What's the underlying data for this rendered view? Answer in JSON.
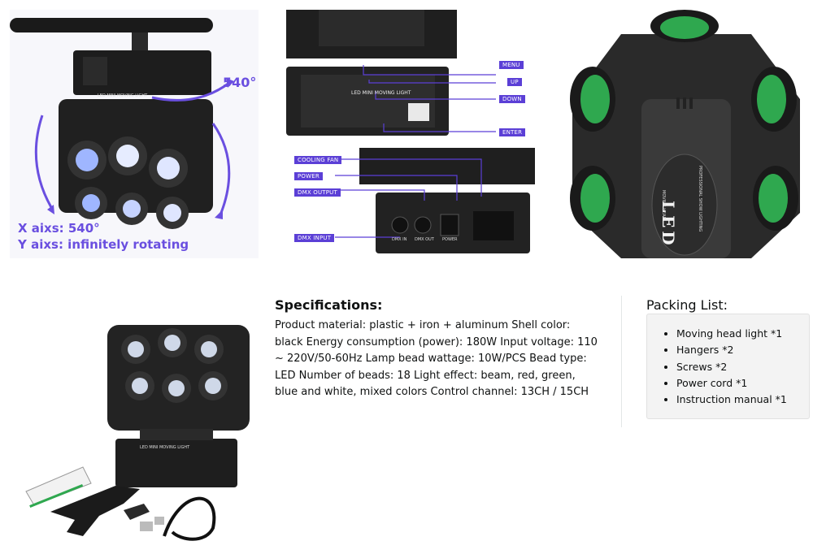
{
  "images": {
    "rotation": {
      "angle_label": "540°",
      "x_axis_text": "X aixs: 540°",
      "y_axis_text": "Y aixs: infinitely rotating",
      "device_label": "LED MINI MOVING LIGHT"
    },
    "panel": {
      "device_label": "LED MINI MOVING LIGHT",
      "callouts": {
        "menu": "MENU",
        "up": "UP",
        "down": "DOWN",
        "enter": "ENTER",
        "cooling_fan": "COOLING FAN",
        "power": "POWER",
        "dmx_output": "DMX OUTPUT",
        "dmx_input": "DMX INPUT"
      },
      "port_labels": {
        "dmx_in": "DMX IN",
        "dmx_out": "DMX OUT",
        "power": "POWER"
      }
    },
    "closeup": {
      "brand_text": "LED",
      "sub_text": "MOVING HEAD",
      "tag_text": "PROFESSIONAL SHOW LIGHTING",
      "lens_color": "#2fa84f"
    },
    "package": {
      "device_label": "LED MINI MOVING LIGHT"
    }
  },
  "specs": {
    "heading": "Specifications:",
    "body": "Product material: plastic + iron + aluminum Shell color: black Energy consumption (power): 180W Input voltage: 110 ~ 220V/50-60Hz Lamp bead wattage: 10W/PCS Bead type: LED Number of beads: 18 Light effect: beam, red, green, blue and white, mixed colors Control channel: 13CH / 15CH"
  },
  "packing": {
    "title": "Packing List:",
    "items": [
      "Moving head light *1",
      "Hangers *2",
      "Screws *2",
      "Power cord *1",
      "Instruction manual *1"
    ]
  },
  "colors": {
    "accent": "#5b3fd6",
    "label_text": "#6a4fe0",
    "body_text": "#0f1111"
  }
}
